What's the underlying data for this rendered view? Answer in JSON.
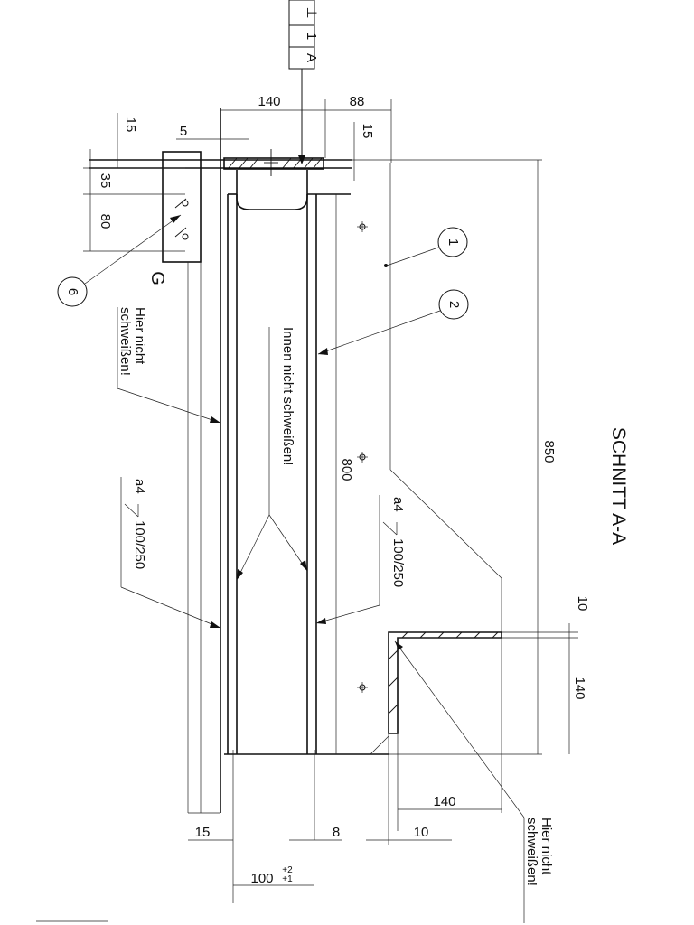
{
  "drawing": {
    "section_title": "SCHNITT A-A",
    "frame_symbols": [
      "⊥",
      "1",
      "A"
    ],
    "dimensions": {
      "d140_top": "140",
      "d88": "88",
      "d15_left": "15",
      "d15_right": "15",
      "d5": "5",
      "d35": "35",
      "d80": "80",
      "d850": "850",
      "d800": "800",
      "d10_right": "10",
      "d140_right": "140",
      "d140_bottom": "140",
      "d10_bottom": "10",
      "d15_bottom": "15",
      "d8": "8",
      "d100": "100",
      "tol_upper": "+2",
      "tol_lower": "+1"
    },
    "detail_label": "G",
    "balloons": {
      "b1": "1",
      "b2": "2",
      "b6": "6"
    },
    "notes": {
      "no_weld_left_l1": "Hier nicht",
      "no_weld_left_l2": "schweißen!",
      "no_weld_inside": "Innen nicht schweißen!",
      "no_weld_bottom_l1": "Hier nicht",
      "no_weld_bottom_l2": "schweißen!"
    },
    "weld_symbols": {
      "left_a": "a4",
      "left_b": "100/250",
      "right_a": "a4",
      "right_b": "100/250"
    }
  }
}
